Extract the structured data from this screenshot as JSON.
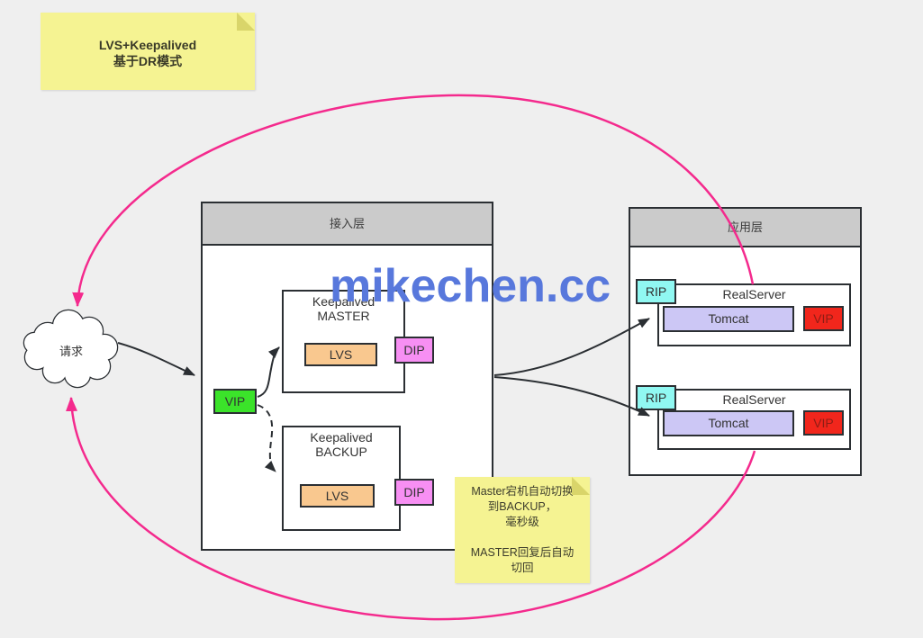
{
  "notes": {
    "title_note": {
      "lines": [
        "LVS+Keepalived",
        "基于DR模式"
      ]
    },
    "failover_note": {
      "lines": [
        "Master宕机自动切换",
        "到BACKUP，",
        "毫秒级",
        "",
        "MASTER回复后自动",
        "切回"
      ]
    }
  },
  "cloud": {
    "label": "请求"
  },
  "watermark": "mikechen.cc",
  "access_layer": {
    "title": "接入层",
    "vip_label": "VIP",
    "master": {
      "title_line1": "Keepalived",
      "title_line2": "MASTER",
      "lvs_label": "LVS",
      "dip_label": "DIP"
    },
    "backup": {
      "title_line1": "Keepalived",
      "title_line2": "BACKUP",
      "lvs_label": "LVS",
      "dip_label": "DIP"
    }
  },
  "app_layer": {
    "title": "应用层",
    "servers": [
      {
        "name": "RealServer",
        "rip_label": "RIP",
        "tomcat_label": "Tomcat",
        "vip_label": "VIP"
      },
      {
        "name": "RealServer",
        "rip_label": "RIP",
        "tomcat_label": "Tomcat",
        "vip_label": "VIP"
      }
    ]
  },
  "colors": {
    "background": "#efefef",
    "note_yellow": "#f5f392",
    "note_fold": "#d9d56a",
    "header_gray": "#cbcbcb",
    "border_dark": "#2b2f33",
    "lvs_orange": "#f9c88f",
    "dip_pink": "#f78ff3",
    "vip_green": "#3be32a",
    "rip_cyan": "#90f8f2",
    "tomcat_purple": "#ccc7f5",
    "vip_red": "#f1261c",
    "loop_pink": "#f42a8d",
    "watermark_blue": "#5878dc"
  }
}
